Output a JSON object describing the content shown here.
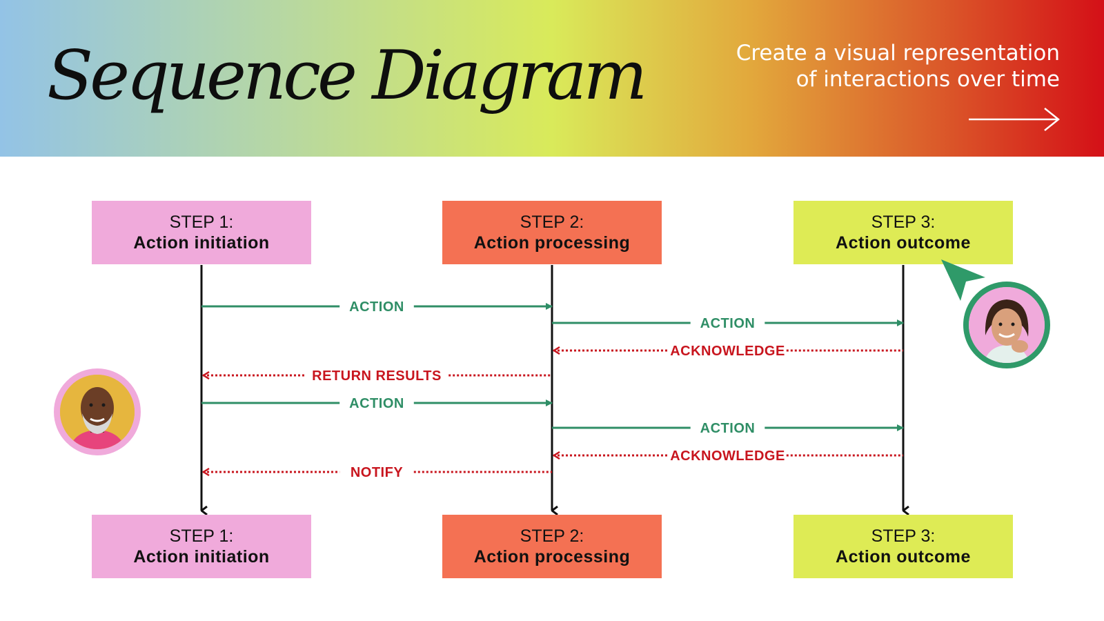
{
  "header": {
    "title": "Sequence Diagram",
    "subtitle_line1": "Create a visual representation",
    "subtitle_line2": "of interactions over time",
    "arrow_icon": "long-right-arrow-icon"
  },
  "colors": {
    "step1": "#f0aadb",
    "step2": "#f47153",
    "step3": "#deeb55",
    "action": "#2f8e66",
    "return": "#c8151e"
  },
  "participants": [
    {
      "step": "STEP 1:",
      "name": "Action initiation"
    },
    {
      "step": "STEP 2:",
      "name": "Action processing"
    },
    {
      "step": "STEP 3:",
      "name": "Action outcome"
    }
  ],
  "messages": [
    {
      "label": "ACTION",
      "from": 0,
      "to": 1,
      "kind": "action"
    },
    {
      "label": "ACTION",
      "from": 1,
      "to": 2,
      "kind": "action"
    },
    {
      "label": "ACKNOWLEDGE",
      "from": 2,
      "to": 1,
      "kind": "return"
    },
    {
      "label": "RETURN RESULTS",
      "from": 1,
      "to": 0,
      "kind": "return"
    },
    {
      "label": "ACTION",
      "from": 0,
      "to": 1,
      "kind": "action"
    },
    {
      "label": "ACTION",
      "from": 1,
      "to": 2,
      "kind": "action"
    },
    {
      "label": "ACKNOWLEDGE",
      "from": 2,
      "to": 1,
      "kind": "return"
    },
    {
      "label": "NOTIFY",
      "from": 1,
      "to": 0,
      "kind": "return"
    }
  ],
  "decorations": {
    "avatar_left_icon": "person-avatar-icon",
    "avatar_right_icon": "person-avatar-icon",
    "pointer_icon": "cursor-pointer-icon"
  }
}
